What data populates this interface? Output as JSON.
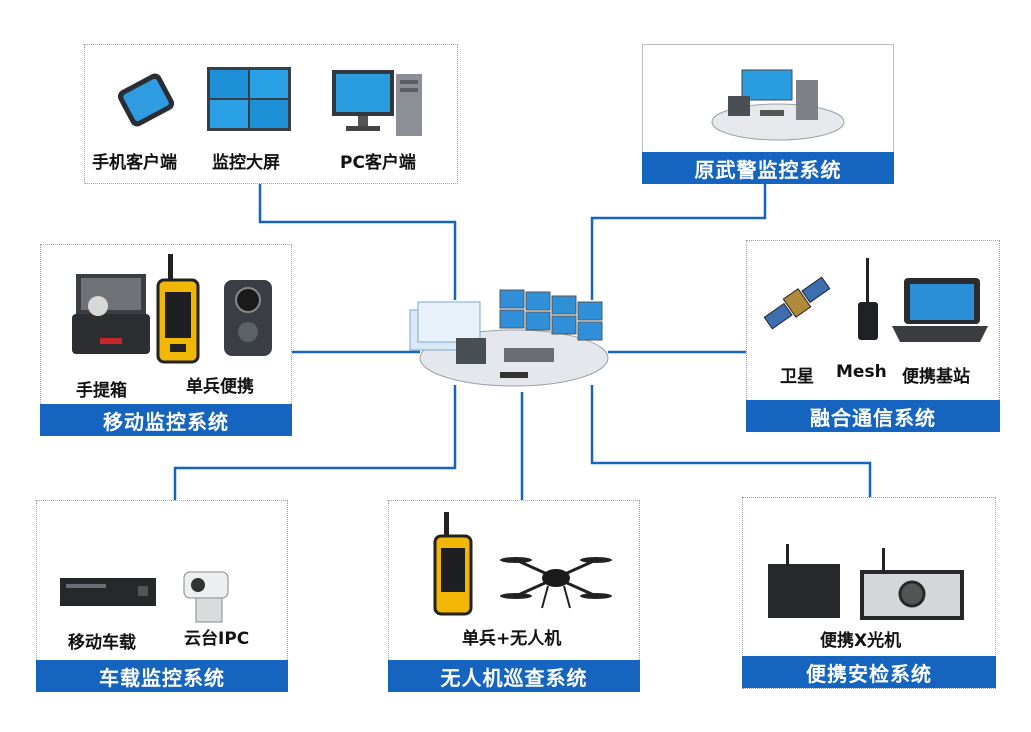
{
  "colors": {
    "accent": "#1565c0",
    "line": "#1565c0"
  },
  "top_left": {
    "items": [
      "手机客户端",
      "监控大屏",
      "PC客户端"
    ]
  },
  "top_right": {
    "banner": "原武警监控系统"
  },
  "mid_left": {
    "items": [
      "手提箱",
      "单兵便携"
    ],
    "banner": "移动监控系统"
  },
  "mid_right": {
    "items": [
      "卫星",
      "Mesh",
      "便携基站"
    ],
    "banner": "融合通信系统"
  },
  "bottom_left": {
    "items": [
      "移动车载",
      "云台IPC"
    ],
    "banner": "车载监控系统"
  },
  "bottom_center": {
    "items": [
      "单兵+无人机"
    ],
    "banner": "无人机巡查系统"
  },
  "bottom_right": {
    "items": [
      "便携X光机"
    ],
    "banner": "便携安检系统"
  },
  "icons": [
    "phone-icon",
    "video-wall-icon",
    "pc-icon",
    "workstation-icon",
    "suitcase-icon",
    "handheld-terminal-icon",
    "body-camera-icon",
    "satellite-icon",
    "mesh-radio-icon",
    "rugged-laptop-icon",
    "dvr-icon",
    "ptz-camera-icon",
    "drone-icon",
    "xray-scanner-icon",
    "command-center-icon"
  ]
}
